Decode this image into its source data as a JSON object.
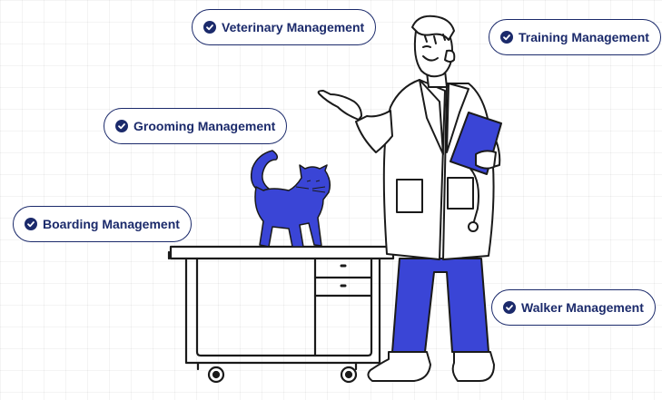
{
  "colors": {
    "accent_blue": "#3a45d6",
    "label_navy": "#1b2a6b",
    "line": "#1a1a1a"
  },
  "services": [
    {
      "label": "Veterinary Management",
      "icon": "check-circle-icon"
    },
    {
      "label": "Training Management",
      "icon": "check-circle-icon"
    },
    {
      "label": "Grooming Management",
      "icon": "check-circle-icon"
    },
    {
      "label": "Boarding Management",
      "icon": "check-circle-icon"
    },
    {
      "label": "Walker Management",
      "icon": "check-circle-icon"
    }
  ]
}
